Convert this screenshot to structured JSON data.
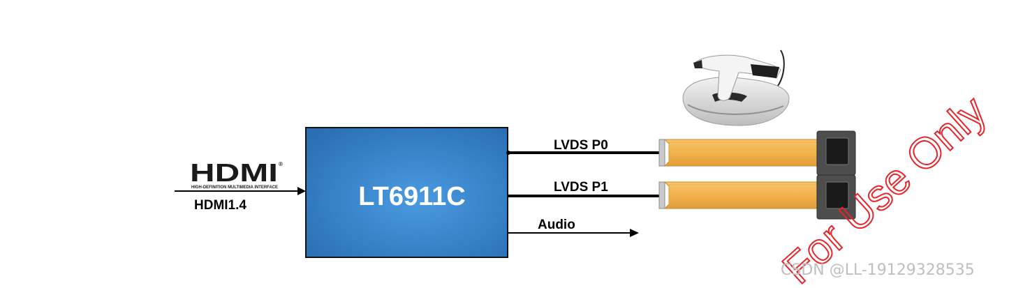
{
  "hdmi_logo": {
    "wordmark": "HDMI",
    "registered": "®",
    "tagline": "HIGH-DEFINITION MULTIMEDIA INTERFACE"
  },
  "input": {
    "label": "HDMI1.4"
  },
  "chip": {
    "name": "LT6911C"
  },
  "outputs": {
    "lvds_p0": "LVDS P0",
    "lvds_p1": "LVDS P1",
    "audio": "Audio"
  },
  "watermark": {
    "text": "For Use Only",
    "credit": "CSDN @LL-19129328535"
  },
  "colors": {
    "chip_fill": "#2f7fc8",
    "chip_border": "#111111",
    "flex_cable": "#f2b24e",
    "watermark": "#e8242a"
  }
}
